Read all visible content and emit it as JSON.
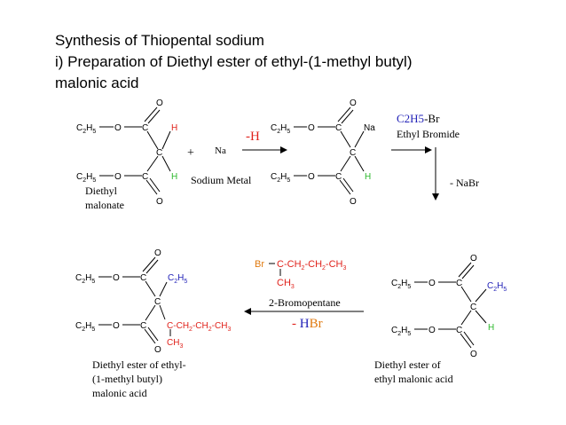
{
  "title": {
    "line1": "Synthesis of Thiopental sodium",
    "line2": "i) Preparation of Diethyl ester of ethyl-(1-methyl butyl)",
    "line3": "malonic acid"
  },
  "atoms": {
    "O": "O",
    "C": "C",
    "H": "H",
    "Na": "Na",
    "C2": "C",
    "H5": "H",
    "sub2": "2",
    "sub3": "3",
    "sub5": "5",
    "Br": "Br",
    "dash": "-"
  },
  "reaction1": {
    "plus": "+",
    "na_reagent": "Na",
    "minus_h": "-H",
    "reactant_label_1": "Diethyl",
    "reactant_label_2": "malonate",
    "sodium_label": "Sodium Metal"
  },
  "reaction2": {
    "reagent_formula_part1": "C2H5",
    "reagent_formula_part2": "-Br",
    "reagent_name": "Ethyl Bromide",
    "byproduct": "- NaBr",
    "product_label_1": "Diethyl ester of",
    "product_label_2": "ethyl malonic acid"
  },
  "reaction3": {
    "reagent_name": "2-Bromopentane",
    "byproduct_prefix": "- ",
    "byproduct_h": "H",
    "byproduct_br": "Br",
    "product_label_1": "Diethyl ester of ethyl-",
    "product_label_2": "(1-methyl butyl)",
    "product_label_3": "malonic acid"
  },
  "colors": {
    "red": "#e0221b",
    "green": "#2db82d",
    "blue": "#2323b8",
    "orange": "#e07a10",
    "black": "#000000"
  }
}
